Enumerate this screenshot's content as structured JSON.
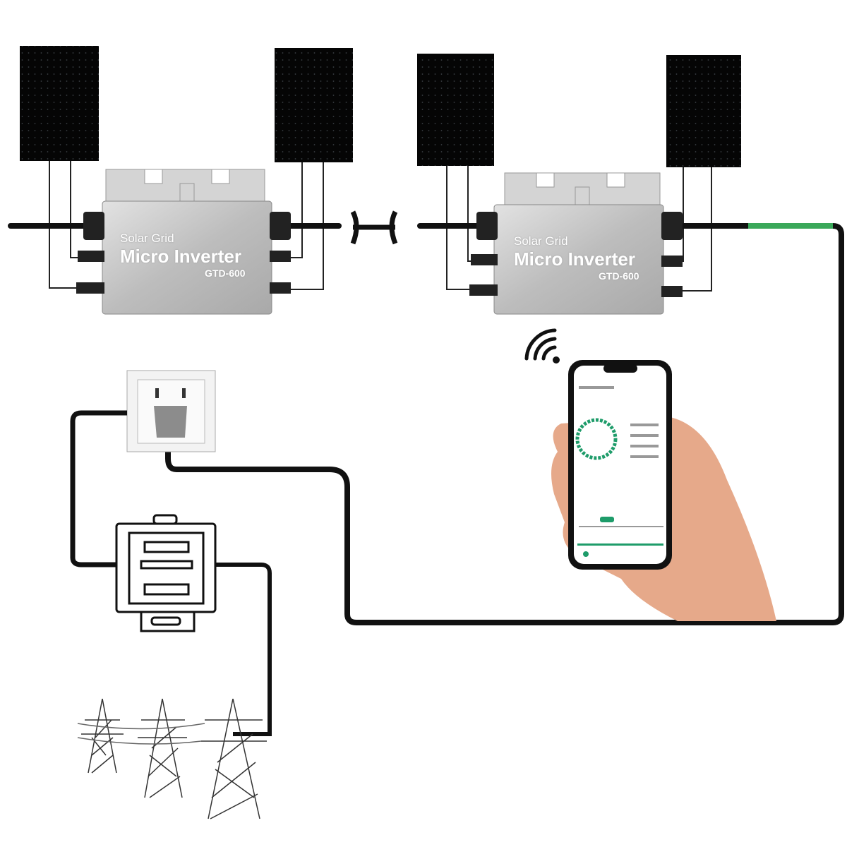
{
  "inverters": [
    {
      "brand": "Solar Grid",
      "title": "Micro Inverter",
      "model": "GTD-600"
    },
    {
      "brand": "Solar Grid",
      "title": "Micro Inverter",
      "model": "GTD-600"
    }
  ],
  "colors": {
    "cable": "#111111",
    "ground_cable": "#3aa85a",
    "app_accent": "#1e9c6a",
    "inverter": "#c8c8c8"
  },
  "icons": [
    "solar-panel-icon",
    "wifi-icon",
    "smartphone-icon",
    "wall-socket-icon",
    "electric-meter-icon",
    "power-tower-icon"
  ]
}
